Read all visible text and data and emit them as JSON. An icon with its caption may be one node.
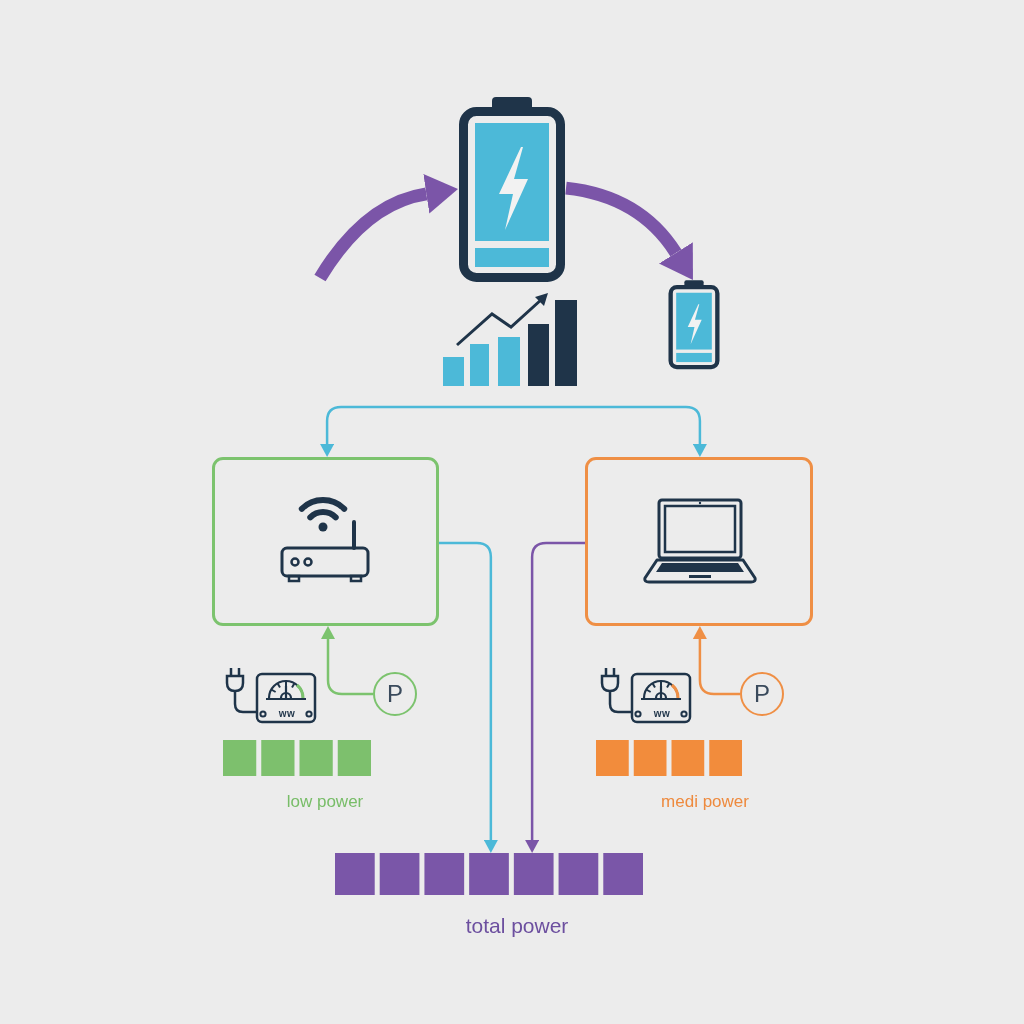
{
  "diagram": {
    "nodes": [
      {
        "text": [],
        "shape": "picture"
      },
      {
        "text": [],
        "shape": "picture"
      },
      {
        "text": [],
        "shape": "box"
      },
      {
        "text": [],
        "shape": "box"
      },
      {
        "text": [
          "P"
        ]
      },
      {
        "text": [
          "P"
        ]
      },
      {
        "text": [],
        "shape": "bar",
        "beside": [
          "low power"
        ]
      },
      {
        "text": [],
        "shape": "bar",
        "beside": [
          "medi power"
        ]
      },
      {
        "text": [],
        "shape": "bar",
        "beside": [
          "total power"
        ]
      }
    ],
    "edges": [
      {
        "from": null,
        "to": 0,
        "arrow": "to",
        "style": "thick",
        "color": "#7b55a8"
      },
      {
        "from": 0,
        "to": 1,
        "arrow": "to",
        "style": "thick",
        "color": "#7b55a8"
      },
      {
        "from": null,
        "to": 2,
        "arrow": "to",
        "color": "#4cb9d8"
      },
      {
        "from": null,
        "to": 3,
        "arrow": "to",
        "color": "#4cb9d8"
      },
      {
        "from": 4,
        "to": 2,
        "arrow": "to",
        "color": "#7cc36e"
      },
      {
        "from": 5,
        "to": 3,
        "arrow": "to",
        "color": "#ef8f45"
      },
      {
        "from": 2,
        "to": 8,
        "arrow": "to",
        "color": "#4cb9d8"
      },
      {
        "from": 3,
        "to": 8,
        "arrow": "to",
        "color": "#7b55a8"
      }
    ],
    "labels": [
      "ww",
      "ww"
    ]
  }
}
